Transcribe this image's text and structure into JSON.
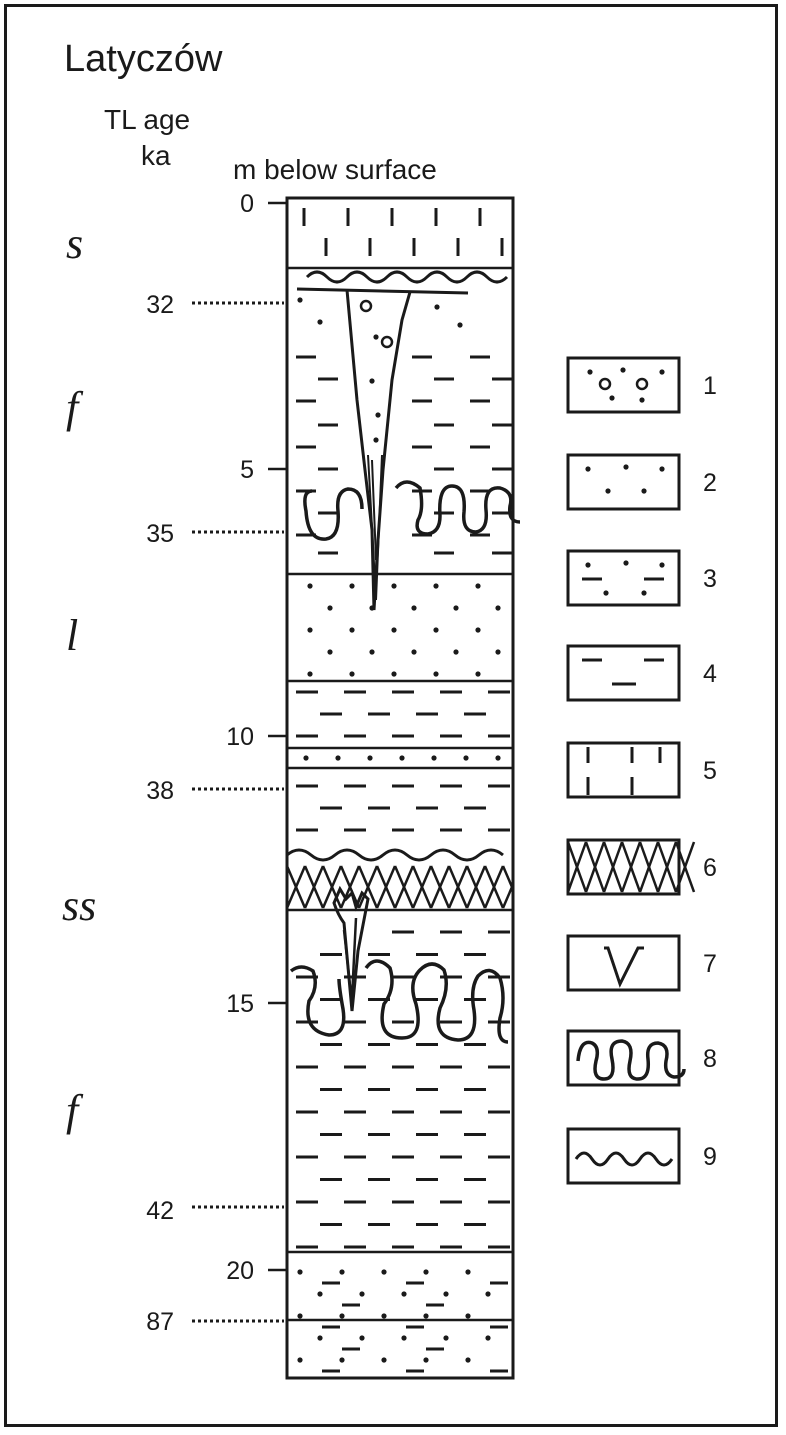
{
  "title": "Latyczów",
  "tl_age_label": "TL age",
  "tl_age_unit": "ka",
  "depth_label": "m below surface",
  "depth_ticks": [
    "0",
    "5",
    "10",
    "15",
    "20"
  ],
  "tl_ages": [
    "32",
    "35",
    "38",
    "42",
    "87"
  ],
  "units": [
    "s",
    "f",
    "l",
    "ss",
    "f"
  ],
  "legend": [
    {
      "number": "1",
      "pattern": "dots-and-circles"
    },
    {
      "number": "2",
      "pattern": "dots"
    },
    {
      "number": "3",
      "pattern": "dots-and-dashes"
    },
    {
      "number": "4",
      "pattern": "dashes"
    },
    {
      "number": "5",
      "pattern": "vertical-ticks"
    },
    {
      "number": "6",
      "pattern": "cross-hatch"
    },
    {
      "number": "7",
      "pattern": "wedge"
    },
    {
      "number": "8",
      "pattern": "involutions"
    },
    {
      "number": "9",
      "pattern": "wavy-line"
    }
  ]
}
